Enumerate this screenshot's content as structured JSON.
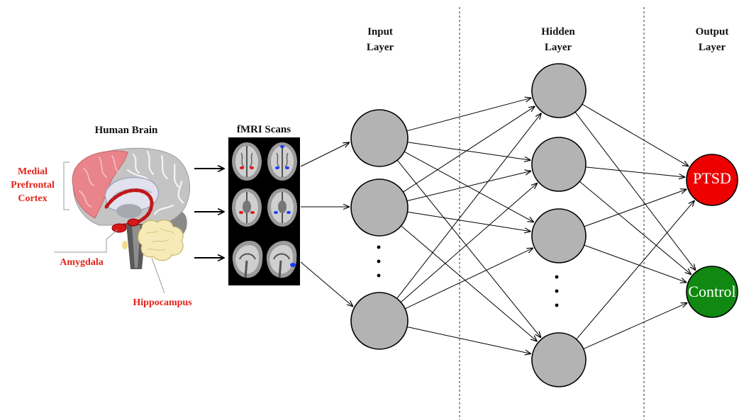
{
  "labels": {
    "human_brain": "Human Brain",
    "fmri_scans": "fMRI Scans",
    "input_layer": [
      "Input",
      "Layer"
    ],
    "hidden_layer": [
      "Hidden",
      "Layer"
    ],
    "output_layer": [
      "Output",
      "Layer"
    ],
    "medial_prefrontal_cortex": [
      "Medial",
      "Prefrontal",
      "Cortex"
    ],
    "amygdala": "Amygdala",
    "hippocampus": "Hippocampus"
  },
  "outputs": [
    {
      "label": "PTSD",
      "color": "#ee0000"
    },
    {
      "label": "Control",
      "color": "#118811"
    }
  ],
  "colors": {
    "node_fill": "#b3b3b3",
    "annotation_red": "#e2231a",
    "activation_red": "#e01010",
    "activation_blue": "#1a3cff"
  }
}
